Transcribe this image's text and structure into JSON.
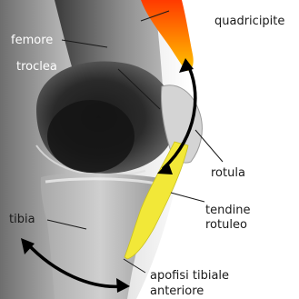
{
  "labels": {
    "femore": "femore",
    "troclea": "troclea",
    "quadricipite": "quadricipite",
    "rotula": "rotula",
    "tendine_line1": "tendine",
    "tendine_line2": "rotuleo",
    "tibia": "tibia",
    "apofisi_line1": "apofisi tibiale",
    "apofisi_line2": "anteriore"
  },
  "colors": {
    "muscle_top": "#ff3a00",
    "muscle_bottom": "#ffc400",
    "tendon": "#f2e838",
    "arrow": "#000000",
    "bone_dark": "#1c1c1c",
    "bone_light": "#d9d9d9"
  }
}
